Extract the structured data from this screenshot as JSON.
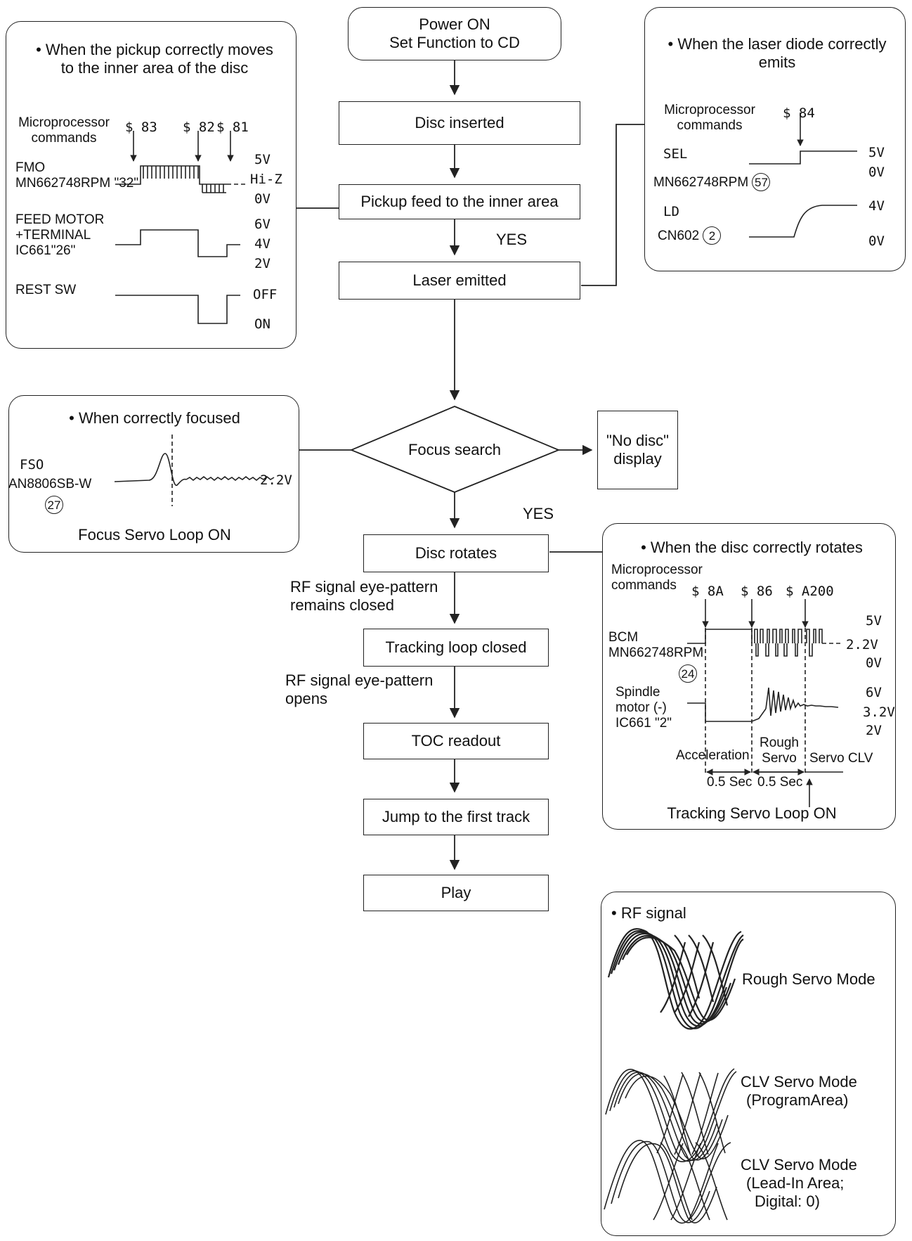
{
  "flow": {
    "start": [
      "Power ON",
      "Set Function to CD"
    ],
    "disc_inserted": "Disc inserted",
    "pickup_feed": "Pickup feed to the inner area",
    "yes_1": "YES",
    "laser_emitted": "Laser emitted",
    "focus_search": "Focus search",
    "no_disc": [
      "\"No disc\"",
      "display"
    ],
    "yes_2": "YES",
    "disc_rotates": "Disc rotates",
    "rf_closed": [
      "RF signal eye-pattern",
      "remains closed"
    ],
    "tracking_closed": "Tracking loop closed",
    "rf_opens": [
      "RF signal eye-pattern",
      "opens"
    ],
    "toc": "TOC readout",
    "jump": "Jump to the first track",
    "play": "Play"
  },
  "pickup_panel": {
    "title": [
      "• When the pickup correctly moves",
      "to the inner area of the disc"
    ],
    "micro": [
      "Microprocessor",
      "commands"
    ],
    "cmd_83": "$ 83",
    "cmd_82": "$ 82",
    "cmd_81": "$ 81",
    "fmo": [
      "FMO",
      "MN662748RPM \"32\""
    ],
    "fmo_levels": [
      "5V",
      "Hi-Z",
      "0V"
    ],
    "feed": [
      "FEED MOTOR",
      "+TERMINAL",
      "IC661\"26\""
    ],
    "feed_levels": [
      "6V",
      "4V",
      "2V"
    ],
    "rest": "REST SW",
    "rest_levels": [
      "OFF",
      "ON"
    ]
  },
  "laser_panel": {
    "title": [
      "• When the laser diode correctly",
      "emits"
    ],
    "micro": [
      "Microprocessor",
      "commands"
    ],
    "cmd_84": "$ 84",
    "sel": "SEL",
    "sel_levels": [
      "5V",
      "0V"
    ],
    "mn_label": "MN662748RPM",
    "mn_pin": "57",
    "ld": "LD",
    "ld_level": "4V",
    "cn_label": "CN602",
    "cn_pin": "2",
    "cn_level": "0V"
  },
  "focus_panel": {
    "title": "• When correctly focused",
    "fso": "FSO",
    "an_label": "AN8806SB-W",
    "an_pin": "27",
    "level": "2.2V",
    "footer": "Focus Servo Loop ON"
  },
  "rotate_panel": {
    "title": "• When the disc correctly rotates",
    "micro": [
      "Microprocessor",
      "commands"
    ],
    "cmd_8a": "$ 8A",
    "cmd_86": "$ 86",
    "cmd_a200": "$ A200",
    "bcm": [
      "BCM",
      "MN662748RPM"
    ],
    "bcm_pin": "24",
    "bcm_levels": [
      "5V",
      "2.2V",
      "0V"
    ],
    "spindle": [
      "Spindle",
      "motor (-)",
      "IC661 \"2\""
    ],
    "spindle_levels": [
      "6V",
      "3.2V",
      "2V"
    ],
    "phase_accel": "Acceleration",
    "phase_rough": [
      "Rough",
      "Servo"
    ],
    "phase_clv": "Servo CLV",
    "time_1": "0.5 Sec",
    "time_2": "0.5 Sec",
    "footer": "Tracking Servo Loop ON"
  },
  "rf_panel": {
    "title": "• RF signal",
    "rough": "Rough Servo Mode",
    "clv_program": [
      "CLV Servo Mode",
      "(ProgramArea)"
    ],
    "clv_leadin": [
      "CLV Servo Mode",
      "(Lead-In Area;",
      "Digital: 0)"
    ]
  }
}
